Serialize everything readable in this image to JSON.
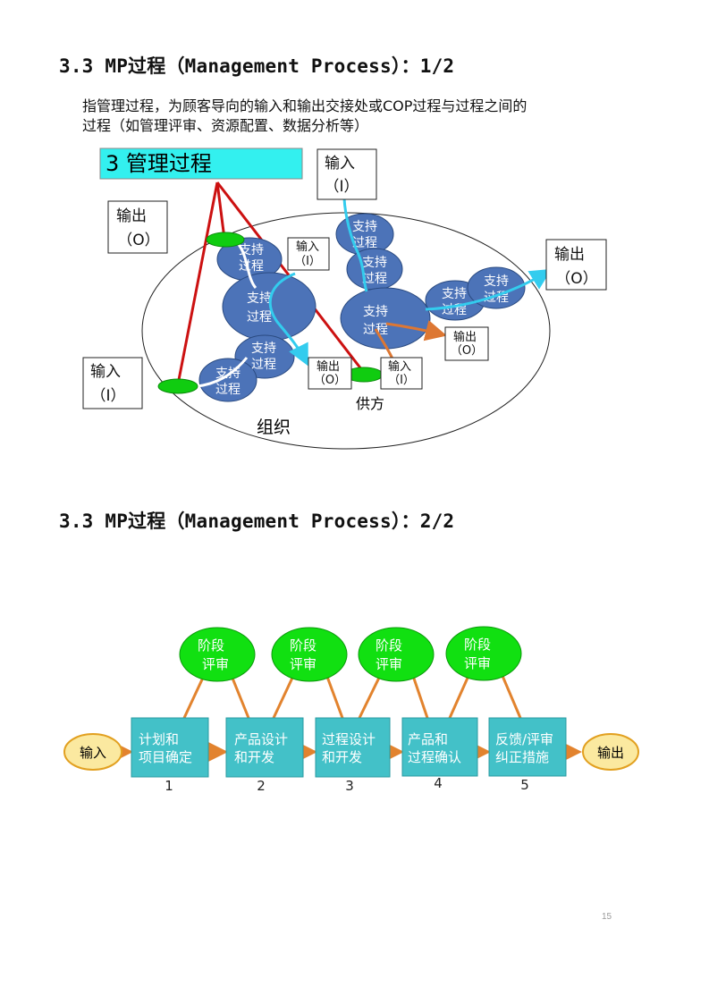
{
  "section1": {
    "heading": "3.3 MP过程（Management Process）：1/2",
    "intro_line1": "指管理过程，为顾客导向的输入和输出交接处或COP过程与过程之间的",
    "intro_line2": "过程（如管理评审、资源配置、数据分析等）",
    "diagram": {
      "title": "3  管理过程",
      "support_line1": "支持",
      "support_line2": "过程",
      "input_top_line1": "输入",
      "input_top_line2": "（I）",
      "output_left_line1": "输出",
      "output_left_line2": "（O）",
      "output_right_line1": "输出",
      "output_right_line2": "（O）",
      "input_left_line1": "输入",
      "input_left_line2": "（I）",
      "input_small_line1": "输入",
      "input_small_line2": "（I）",
      "output_small_line1": "输出",
      "output_small_line2": "（O）",
      "supplier": "供方",
      "organization": "组织",
      "colors": {
        "title_bg": "#33f0ef",
        "ellipse": "#4c73b8",
        "connector": "#10cc10",
        "red": "#cc1111",
        "cyan": "#33ccee",
        "orange": "#dd7733"
      }
    }
  },
  "section2": {
    "heading": "3.3 MP过程（Management Process）：2/2",
    "diagram": {
      "input": "输入",
      "output": "输出",
      "review_line1": "阶段",
      "review_line2": "评审",
      "stages": [
        {
          "line1": "计划和",
          "line2": "项目确定",
          "number": "1"
        },
        {
          "line1": "产品设计",
          "line2": "和开发",
          "number": "2"
        },
        {
          "line1": "过程设计",
          "line2": "和开发",
          "number": "3"
        },
        {
          "line1": "产品和",
          "line2": "过程确认",
          "number": "4"
        },
        {
          "line1": "反馈/评审",
          "line2": "纠正措施",
          "number": "5"
        }
      ],
      "colors": {
        "stage": "#43c1c8",
        "review": "#11e011",
        "io": "#fbe9a0",
        "arrow": "#e2832e"
      }
    }
  },
  "page_number": "15"
}
